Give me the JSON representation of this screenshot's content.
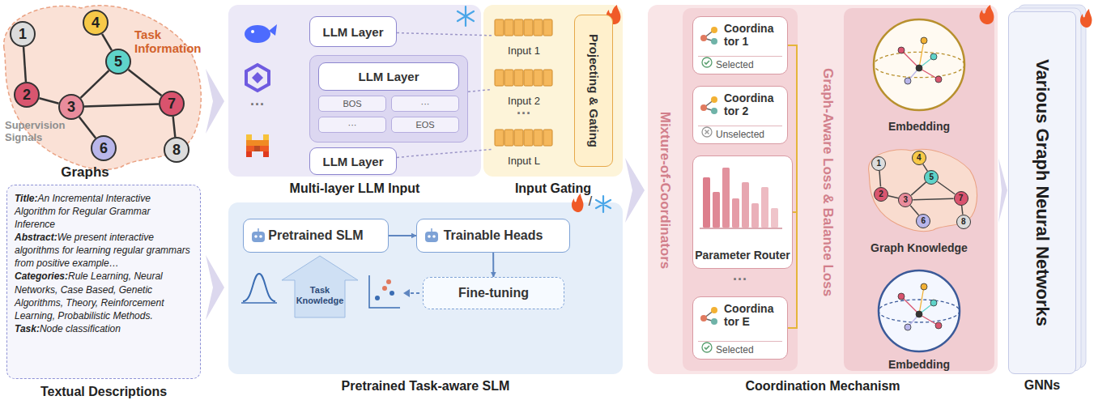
{
  "diagram": {
    "nodes": [
      {
        "text": [
          "Task Information"
        ]
      },
      {
        "text": [
          "1"
        ],
        "in": 0
      },
      {
        "text": [
          "2"
        ],
        "in": 0
      },
      {
        "text": [
          "3"
        ],
        "in": 0
      },
      {
        "text": [
          "4"
        ],
        "in": 0
      },
      {
        "text": [
          "5"
        ],
        "in": 0
      },
      {
        "text": [
          "6"
        ],
        "in": 0
      },
      {
        "text": [
          "7"
        ],
        "in": 0
      },
      {
        "text": [
          "8"
        ],
        "in": 0
      },
      {
        "text": [
          "Title:",
          "An Incremental Interactive Algorithm for Regular Grammar Inference",
          "Abstract:",
          "We present interactive algorithms for learning regular grammars from positive example…",
          "Categories:",
          "Rule Learning, Neural Networks, Case Based, Genetic Algorithms, Theory, Reinforcement Learning, Probabilistic Methods.",
          "Task:",
          "Node classification",
          "Textual Descriptions"
        ]
      },
      {
        "text": [
          "Multi-layer LLM Input"
        ]
      },
      {
        "text": [
          "LLM Layer"
        ],
        "in": 10
      },
      {
        "text": [
          "LLM Layer",
          "BOS",
          "···",
          "···",
          "EOS"
        ],
        "in": 10
      },
      {
        "text": [
          "LLM Layer"
        ],
        "in": 10
      },
      {
        "text": [
          "Input Gating"
        ]
      },
      {
        "text": [
          "Input 1"
        ],
        "in": 14
      },
      {
        "text": [
          "Input 2"
        ],
        "in": 14
      },
      {
        "text": [
          "Input L"
        ],
        "in": 14
      },
      {
        "text": [
          "Projecting & Gating"
        ],
        "in": 14
      },
      {
        "text": [
          "Pretrained Task-aware SLM"
        ]
      },
      {
        "text": [
          "Pretrained SLM"
        ],
        "in": 19
      },
      {
        "text": [
          "Trainable Heads"
        ],
        "in": 19
      },
      {
        "text": [
          "Fine-tuning"
        ],
        "in": 19
      },
      {
        "text": [
          "Coordination Mechanism"
        ]
      },
      {
        "text": [
          "Coordina tor 1",
          "Selected"
        ],
        "in": 23
      },
      {
        "text": [
          "Coordina tor 2",
          "Unselected"
        ],
        "in": 23
      },
      {
        "text": [
          "Parameter Router"
        ],
        "in": 23
      },
      {
        "text": [
          "Coordina tor E",
          "Selected"
        ],
        "in": 23
      },
      {
        "text": [
          "Embedding"
        ],
        "in": 23
      },
      {
        "text": [
          "Graph Knowledge"
        ],
        "in": 23
      },
      {
        "text": [
          "1"
        ],
        "in": 29
      },
      {
        "text": [
          "2"
        ],
        "in": 29
      },
      {
        "text": [
          "3"
        ],
        "in": 29
      },
      {
        "text": [
          "4"
        ],
        "in": 29
      },
      {
        "text": [
          "5"
        ],
        "in": 29
      },
      {
        "text": [
          "6"
        ],
        "in": 29
      },
      {
        "text": [
          "7"
        ],
        "in": 29
      },
      {
        "text": [
          "8"
        ],
        "in": 29
      },
      {
        "text": [
          "Embedding"
        ],
        "in": 23
      },
      {
        "text": [
          "Various Graph Neural Networks",
          "GNNs"
        ]
      }
    ],
    "edges": [
      {
        "from": 1,
        "to": 2,
        "arrow": "none"
      },
      {
        "from": 2,
        "to": 3,
        "arrow": "none"
      },
      {
        "from": 3,
        "to": 5,
        "arrow": "none"
      },
      {
        "from": 4,
        "to": 5,
        "arrow": "none"
      },
      {
        "from": 5,
        "to": 7,
        "arrow": "none"
      },
      {
        "from": 3,
        "to": 6,
        "arrow": "none"
      },
      {
        "from": 3,
        "to": 7,
        "arrow": "none"
      },
      {
        "from": 7,
        "to": 8,
        "arrow": "none"
      },
      {
        "from": 30,
        "to": 31,
        "arrow": "none"
      },
      {
        "from": 31,
        "to": 32,
        "arrow": "none"
      },
      {
        "from": 32,
        "to": 34,
        "arrow": "none"
      },
      {
        "from": 33,
        "to": 34,
        "arrow": "none"
      },
      {
        "from": 34,
        "to": 36,
        "arrow": "none"
      },
      {
        "from": 32,
        "to": 35,
        "arrow": "none"
      },
      {
        "from": 32,
        "to": 36,
        "arrow": "none"
      },
      {
        "from": 36,
        "to": 37,
        "arrow": "none"
      },
      {
        "from": 11,
        "to": 15,
        "arrow": "none"
      },
      {
        "from": 12,
        "to": 16,
        "arrow": "none"
      },
      {
        "from": 13,
        "to": 17,
        "arrow": "none"
      },
      {
        "from": 20,
        "to": 21,
        "arrow": "to"
      },
      {
        "from": 21,
        "to": 22,
        "arrow": "to"
      },
      {
        "from": 26,
        "to": 24,
        "arrow": "none"
      },
      {
        "from": 26,
        "to": 27,
        "arrow": "none"
      }
    ],
    "labels": [
      "Supervision Signals",
      "Graphs",
      "···",
      "···",
      "/",
      "Task Knowledge",
      "Mixture-of-Coordinators",
      "···",
      "Graph-Aware Loss & Balance Loss"
    ]
  }
}
